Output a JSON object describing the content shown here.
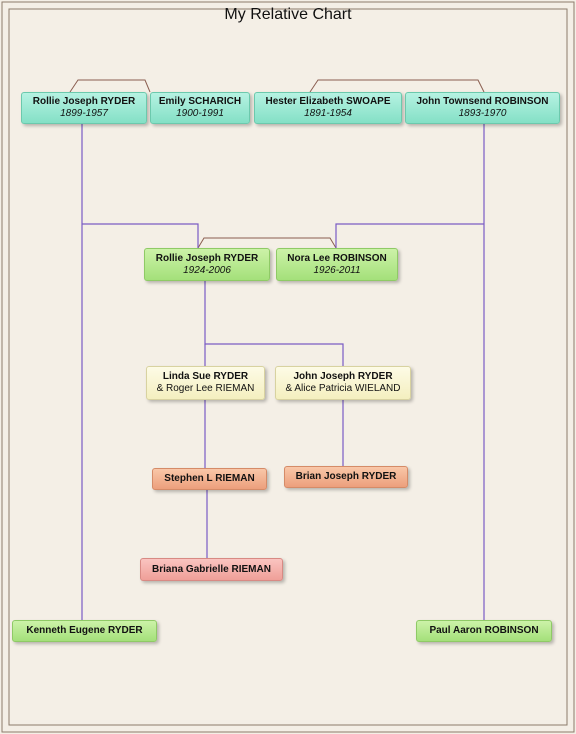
{
  "title": "My Relative Chart",
  "colors": {
    "frame": "#8b7b6b",
    "descent_line": "#7a5cc4",
    "couple_link": "#8a5e50",
    "generation_1": "#9ee9d4",
    "generation_2": "#b8ea90",
    "generation_3": "#f8f4d0",
    "generation_4": "#f3b28f",
    "generation_5": "#f5b1ab",
    "cousins": "#b8ea90"
  },
  "people": {
    "rollie_sr": {
      "name": "Rollie Joseph RYDER",
      "dates": "1899-1957"
    },
    "emily": {
      "name": "Emily SCHARICH",
      "dates": "1900-1991"
    },
    "hester": {
      "name": "Hester Elizabeth SWOAPE",
      "dates": "1891-1954"
    },
    "john_robinson": {
      "name": "John Townsend ROBINSON",
      "dates": "1893-1970"
    },
    "rollie_jr": {
      "name": "Rollie Joseph RYDER",
      "dates": "1924-2006"
    },
    "nora": {
      "name": "Nora Lee ROBINSON",
      "dates": "1926-2011"
    },
    "linda": {
      "line1": "Linda Sue RYDER",
      "line2": "& Roger Lee RIEMAN"
    },
    "john_ryder": {
      "line1": "John Joseph RYDER",
      "line2": "& Alice Patricia WIELAND"
    },
    "stephen": {
      "name": "Stephen L RIEMAN"
    },
    "brian": {
      "name": "Brian Joseph RYDER"
    },
    "briana": {
      "name": "Briana Gabrielle RIEMAN"
    },
    "kenneth": {
      "name": "Kenneth Eugene RYDER"
    },
    "paul": {
      "name": "Paul Aaron ROBINSON"
    }
  }
}
